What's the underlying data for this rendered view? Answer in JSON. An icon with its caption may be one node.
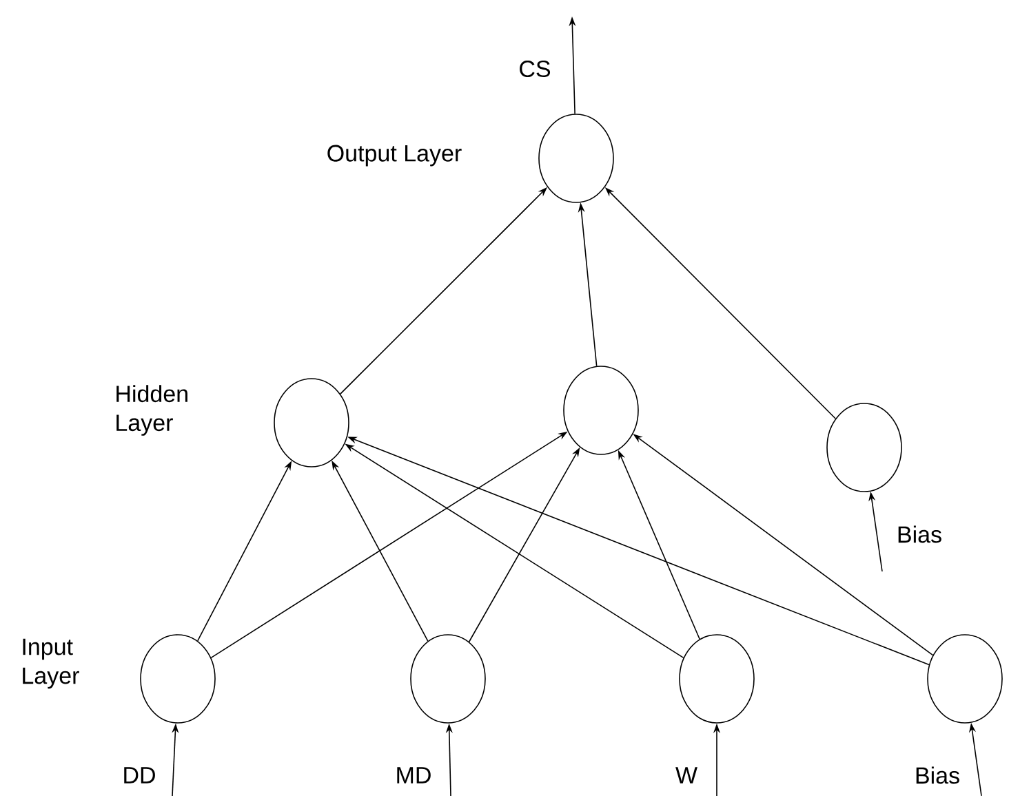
{
  "diagram": {
    "nodes": [
      {
        "text": [],
        "shape": "circle"
      },
      {
        "text": [],
        "shape": "circle"
      },
      {
        "text": [],
        "shape": "circle"
      },
      {
        "text": [],
        "shape": "circle"
      },
      {
        "text": [],
        "shape": "circle"
      },
      {
        "text": [],
        "shape": "circle"
      },
      {
        "text": [],
        "shape": "circle"
      },
      {
        "text": [],
        "shape": "circle"
      }
    ],
    "edges": [
      {
        "from": 0,
        "to": null,
        "arrow": "to",
        "label": "CS"
      },
      {
        "from": 1,
        "to": 0,
        "arrow": "to"
      },
      {
        "from": 2,
        "to": 0,
        "arrow": "to"
      },
      {
        "from": 3,
        "to": 0,
        "arrow": "to"
      },
      {
        "from": 4,
        "to": 1,
        "arrow": "to"
      },
      {
        "from": 4,
        "to": 2,
        "arrow": "to"
      },
      {
        "from": 5,
        "to": 1,
        "arrow": "to"
      },
      {
        "from": 5,
        "to": 2,
        "arrow": "to"
      },
      {
        "from": 6,
        "to": 1,
        "arrow": "to"
      },
      {
        "from": 6,
        "to": 2,
        "arrow": "to"
      },
      {
        "from": 7,
        "to": 1,
        "arrow": "to"
      },
      {
        "from": 7,
        "to": 2,
        "arrow": "to"
      },
      {
        "from": null,
        "to": 3,
        "arrow": "to",
        "label": "Bias"
      },
      {
        "from": null,
        "to": 4,
        "arrow": "to",
        "label": "DD"
      },
      {
        "from": null,
        "to": 5,
        "arrow": "to",
        "label": "MD"
      },
      {
        "from": null,
        "to": 6,
        "arrow": "to",
        "label": "W"
      },
      {
        "from": null,
        "to": 7,
        "arrow": "to",
        "label": "Bias"
      }
    ],
    "labels": [
      "Output Layer",
      "Hidden Layer",
      "Input Layer"
    ]
  }
}
